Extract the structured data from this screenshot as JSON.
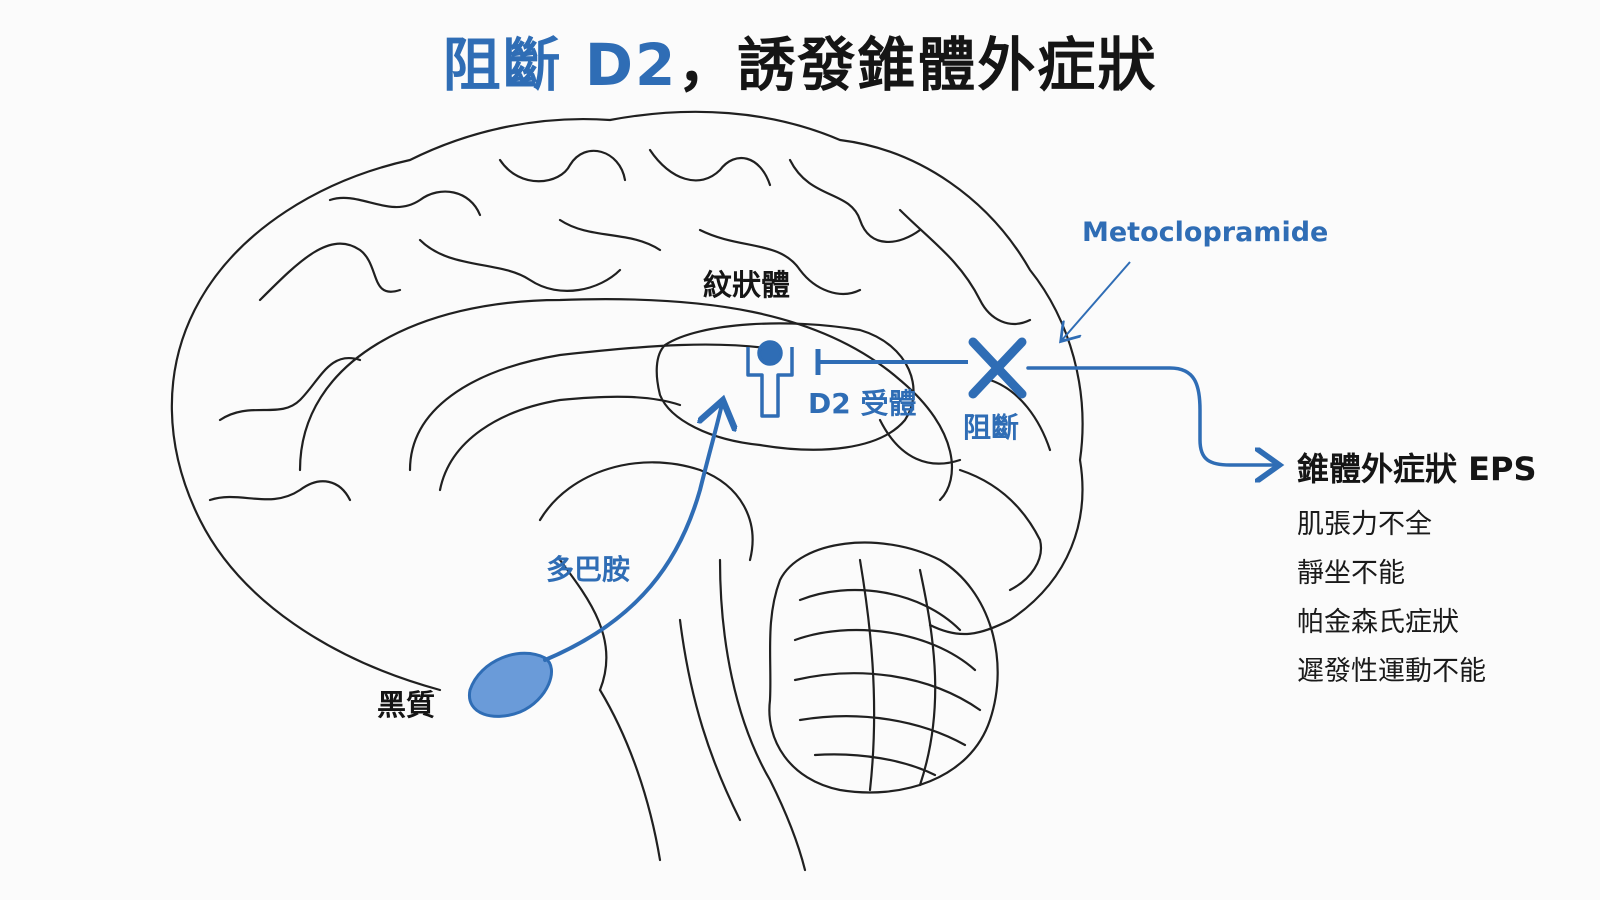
{
  "title": {
    "accent": "阻斷 D2",
    "rest": "，誘發錐體外症狀"
  },
  "labels": {
    "striatum": "紋狀體",
    "receptor": "D2 受體",
    "block": "阻斷",
    "drug": "Metoclopramide",
    "dopamine": "多巴胺",
    "substantia_nigra": "黑質"
  },
  "eps": {
    "heading": "錐體外症狀 EPS",
    "symptoms": [
      "肌張力不全",
      "靜坐不能",
      "帕金森氏症狀",
      "遲發性運動不能"
    ]
  },
  "colors": {
    "accent": "#2f6db5",
    "ink": "#151515",
    "nigra_fill": "#6a9bd9"
  },
  "icons": {
    "receptor": "receptor-figure-icon",
    "block": "x-mark-icon"
  }
}
